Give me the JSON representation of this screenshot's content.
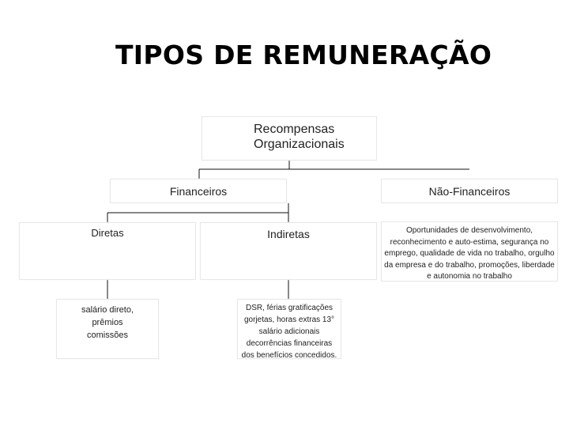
{
  "title": "TIPOS DE REMUNERAÇÃO",
  "nodes": {
    "root": "Recompensas Organizacionais",
    "financeiros": "Financeiros",
    "nao_financeiros": "Não-Financeiros",
    "diretas": "Diretas",
    "indiretas": "Indiretas",
    "nao_financeiros_desc": "Oportunidades de desenvolvimento, reconhecimento e auto-estima, segurança no emprego, qualidade de vida no trabalho, orgulho da empresa e do trabalho, promoções, liberdade e autonomia no trabalho",
    "diretas_desc": "salário direto, prêmios comissões",
    "indiretas_desc": "DSR, férias gratificações gorjetas, horas extras 13° salário adicionais decorrências financeiras dos benefícios concedidos."
  }
}
